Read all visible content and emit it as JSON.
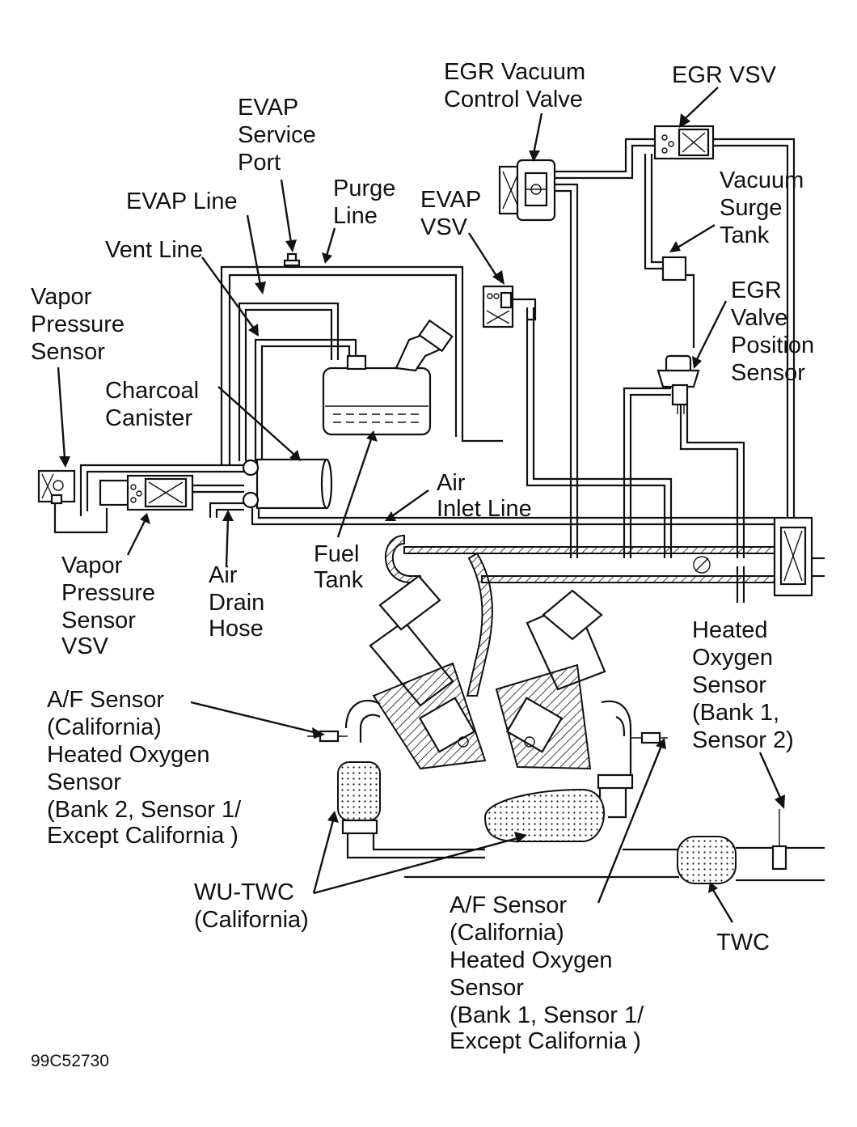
{
  "labels": {
    "egr_vacuum_control_valve": [
      "EGR Vacuum",
      "Control Valve"
    ],
    "egr_vsv": [
      "EGR VSV"
    ],
    "evap_service_port": [
      "EVAP",
      "Service",
      "Port"
    ],
    "purge_line": [
      "Purge",
      "Line"
    ],
    "evap_line": [
      "EVAP Line"
    ],
    "evap_vsv": [
      "EVAP",
      "VSV"
    ],
    "vacuum_surge_tank": [
      "Vacuum",
      "Surge",
      "Tank"
    ],
    "vent_line": [
      "Vent Line"
    ],
    "vapor_pressure_sensor": [
      "Vapor",
      "Pressure",
      "Sensor"
    ],
    "egr_valve_position_sensor": [
      "EGR",
      "Valve",
      "Position",
      "Sensor"
    ],
    "charcoal_canister": [
      "Charcoal",
      "Canister"
    ],
    "air_inlet_line": [
      "Air",
      "Inlet Line"
    ],
    "fuel_tank": [
      "Fuel",
      "Tank"
    ],
    "vapor_pressure_sensor_vsv": [
      "Vapor",
      "Pressure",
      "Sensor",
      "VSV"
    ],
    "air_drain_hose": [
      "Air",
      "Drain",
      "Hose"
    ],
    "heated_oxygen_sensor_b1s2": [
      "Heated",
      "Oxygen",
      "Sensor",
      "(Bank 1,",
      "Sensor 2)"
    ],
    "af_sensor_bank2": [
      "A/F Sensor",
      "(California)",
      "Heated Oxygen",
      "Sensor",
      "(Bank 2, Sensor 1/",
      "Except California )"
    ],
    "wu_twc": [
      "WU-TWC",
      "(California)"
    ],
    "af_sensor_bank1": [
      "A/F Sensor",
      "(California)",
      "Heated Oxygen",
      "Sensor",
      "(Bank 1, Sensor 1/",
      "Except California )"
    ],
    "twc": [
      "TWC"
    ]
  },
  "figure_id": "99C52730",
  "colors": {
    "ink": "#111111",
    "paper": "#ffffff"
  }
}
